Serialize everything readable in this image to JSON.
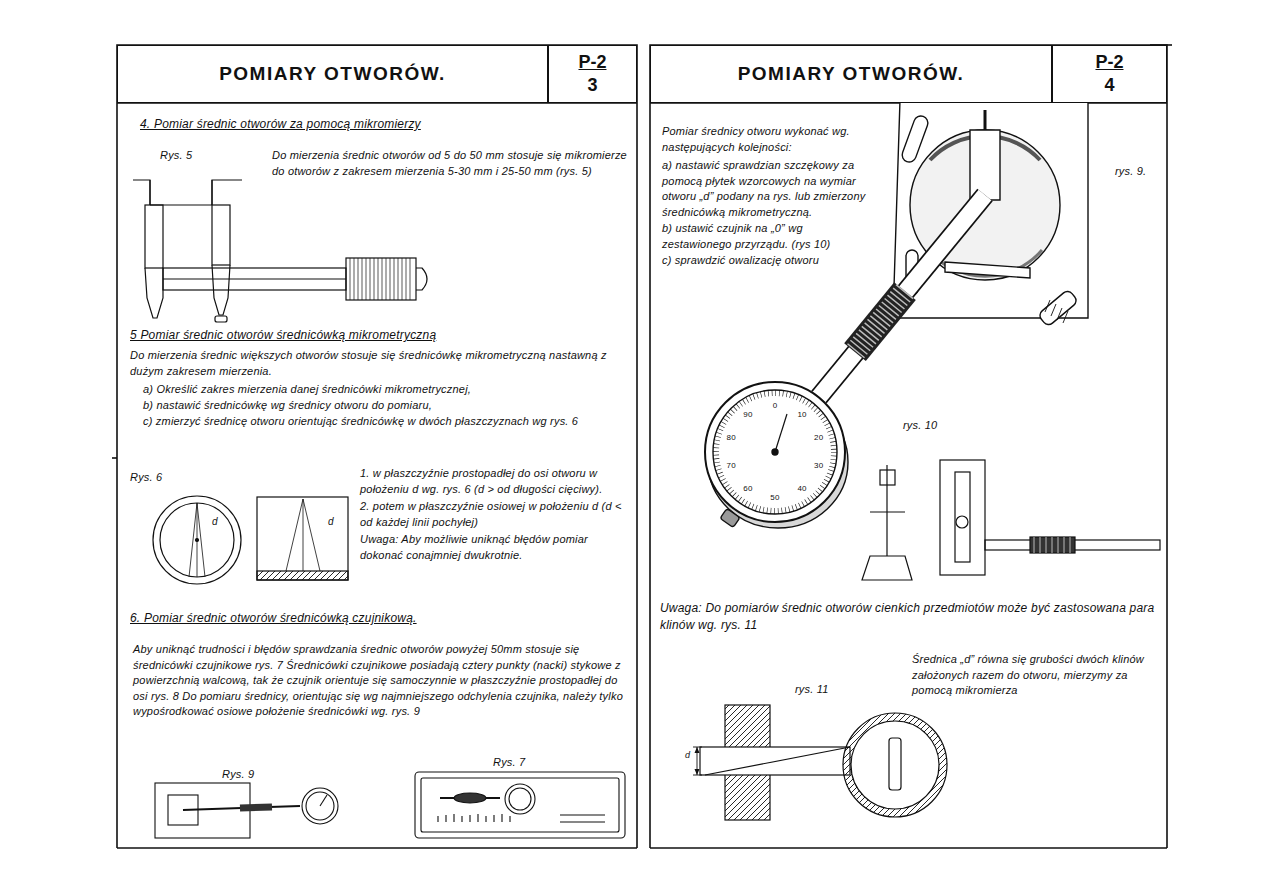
{
  "diagram": {
    "nodes": [
      {
        "text": [
          "POMIARY OTWORÓW."
        ]
      },
      {
        "text": [
          "P-2",
          "3"
        ]
      },
      {
        "text": [
          "POMIARY OTWORÓW."
        ]
      },
      {
        "text": [
          "P-2",
          "4"
        ]
      }
    ],
    "labels": [
      "4. Pomiar średnic otworów za pomocą mikromierzy",
      "Rys. 5",
      "Do mierzenia średnic otworów od 5 do 50 mm stosuje się mikromierze do otworów z zakresem mierzenia 5-30 mm i 25-50 mm (rys. 5)",
      "5 Pomiar średnic otworów średnicówką mikrometryczną",
      "Do mierzenia średnic większych otworów stosuje się średnicówkę mikrometryczną nastawną z dużym zakresem mierzenia.",
      "a) Określić zakres mierzenia danej średnicówki mikrometrycznej,",
      "b) nastawić średnicówkę wg średnicy otworu do pomiaru,",
      "c) zmierzyć średnicę otworu orientując średnicówkę w dwóch płaszczyznach wg rys. 6",
      "Rys. 6",
      "1. w płaszczyźnie prostopadłej do osi otworu w położeniu d wg. rys. 6 (d > od długości cięciwy).",
      "2. potem w płaszczyźnie osiowej w położeniu d (d < od każdej linii pochyłej)",
      "Uwaga: Aby możliwie uniknąć błędów pomiar dokonać conajmniej dwukrotnie.",
      "d",
      "d",
      "6. Pomiar średnic otworów średnicówką czujnikową.",
      "Aby uniknąć trudności i błędów sprawdzania średnic otworów powyżej 50mm stosuje się średnicówki czujnikowe rys. 7 Średnicówki czujnikowe posiadają cztery punkty (nacki) stykowe z powierzchnią walcową, tak że czujnik orientuje się samoczynnie w płaszczyźnie prostopadłej do osi rys. 8 Do pomiaru średnicy, orientując się wg najmniejszego odchylenia czujnika, należy tylko wypośrodkować osiowe położenie średnicówki wg. rys. 9",
      "Rys. 9",
      "Rys. 7",
      "Pomiar średnicy otworu wykonać wg. następujących kolejności:",
      "a) nastawić sprawdzian szczękowy za pomocą płytek wzorcowych na wymiar otworu „d” podany na rys. lub zmierzony średnicówką mikrometryczną.",
      "b) ustawić czujnik na „0” wg zestawionego przyrządu. (rys 10)",
      "c) sprawdzić owalizację otworu",
      "rys. 9.",
      "rys. 10",
      "Uwaga: Do pomiarów średnic otworów cienkich przedmiotów może być zastosowana para klinów wg. rys. 11",
      "Średnica „d” równa się grubości dwóch klinów założonych razem do otworu, mierzymy za pomocą mikromierza",
      "rys. 11",
      "d",
      "0",
      "10",
      "20",
      "30",
      "40",
      "50",
      "60",
      "70",
      "80",
      "90"
    ]
  }
}
